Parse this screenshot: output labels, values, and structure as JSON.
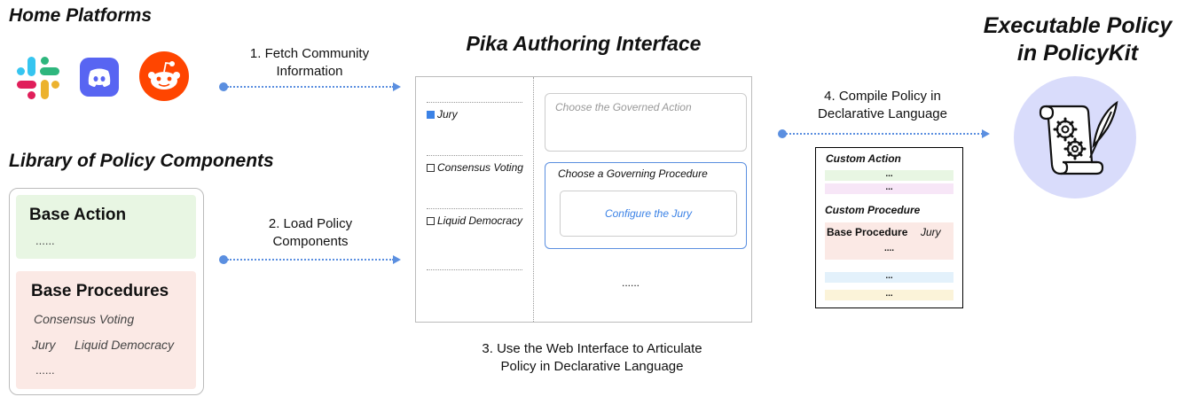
{
  "home_platforms": {
    "title": "Home Platforms",
    "icons": [
      "slack-icon",
      "discord-icon",
      "reddit-icon"
    ]
  },
  "library": {
    "title": "Library of Policy Components",
    "base_action": {
      "title": "Base Action",
      "body": "......"
    },
    "base_procedures": {
      "title": "Base Procedures",
      "items": [
        "Consensus Voting",
        "Jury",
        "Liquid Democracy"
      ],
      "more": "......"
    }
  },
  "steps": {
    "step1": [
      "1. Fetch Community",
      "Information"
    ],
    "step2": [
      "2. Load Policy",
      "Components"
    ],
    "step3": [
      "3. Use the Web Interface to Articulate",
      "Policy in Declarative Language"
    ],
    "step4": [
      "4. Compile Policy  in",
      "Declarative Language"
    ]
  },
  "interface": {
    "title": "Pika Authoring Interface",
    "options": [
      {
        "label": "Jury",
        "selected": true
      },
      {
        "label": "Consensus Voting",
        "selected": false
      },
      {
        "label": "Liquid Democracy",
        "selected": false
      }
    ],
    "governed_action_placeholder": "Choose the Governed Action",
    "governing_procedure_title": "Choose a Governing Procedure",
    "configure_button": "Configure the Jury",
    "more": "......"
  },
  "policy_doc": {
    "custom_action": "Custom Action",
    "action_lines": [
      "...",
      "..."
    ],
    "custom_procedure": "Custom Procedure",
    "base_procedure_label": "Base Procedure",
    "base_procedure_value": "Jury",
    "procedure_line": "....",
    "extra_lines": [
      "...",
      "..."
    ]
  },
  "output": {
    "title_line1": "Executable Policy",
    "title_line2": "in PolicyKit"
  },
  "colors": {
    "arrow": "#5b8fe0",
    "action_green": "#e8f6e3",
    "procedure_pink": "#fbe9e5",
    "selected_blue": "#3b82e6",
    "policykit_circle": "#d9dcfb"
  }
}
